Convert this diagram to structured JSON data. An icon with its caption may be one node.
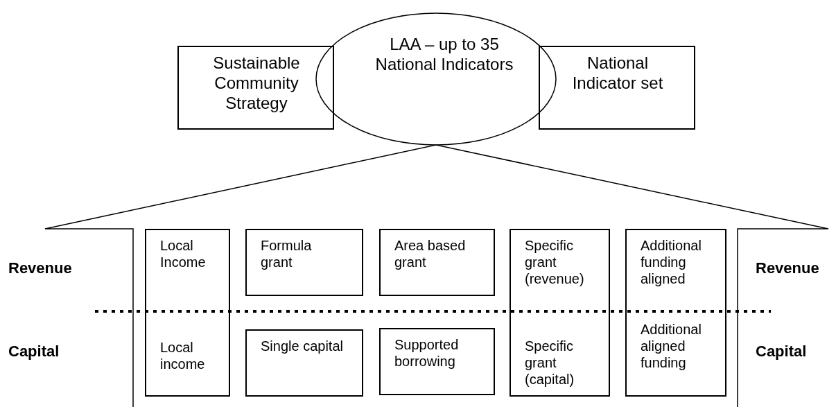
{
  "diagram": {
    "nodes": [
      {
        "text": [
          "Sustainable Community Strategy"
        ]
      },
      {
        "text": [
          "LAA – up to 35 National Indicators"
        ]
      },
      {
        "text": [
          "National Indicator set"
        ]
      },
      {
        "text": [
          "Local Income",
          "Local income"
        ]
      },
      {
        "text": [
          "Formula grant"
        ]
      },
      {
        "text": [
          "Area based grant"
        ]
      },
      {
        "text": [
          "Specific grant (revenue)",
          "Specific grant (capital)"
        ]
      },
      {
        "text": [
          "Additional funding aligned",
          "Additional aligned funding"
        ]
      },
      {
        "text": [
          "Single capital"
        ]
      },
      {
        "text": [
          "Supported borrowing"
        ]
      }
    ],
    "labels": [
      "Revenue",
      "Revenue",
      "Capital",
      "Capital"
    ]
  }
}
